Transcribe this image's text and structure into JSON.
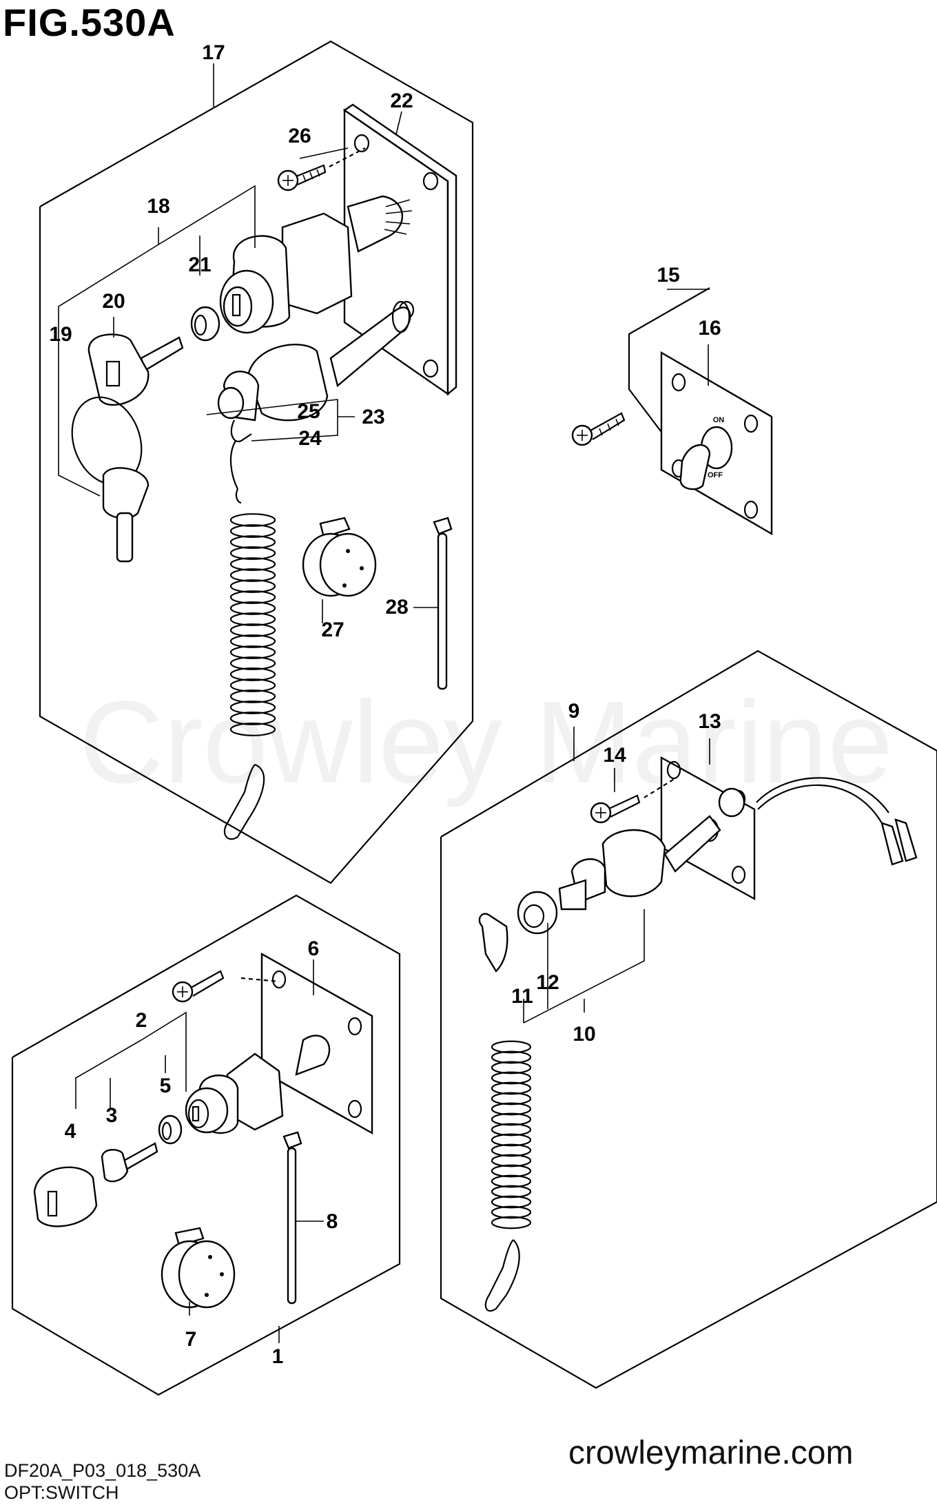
{
  "figure": {
    "title": "FIG.530A"
  },
  "watermark": "Crowley Marine",
  "footer": {
    "website": "crowleymarine.com",
    "drawing_code": "DF20A_P03_018_530A",
    "caption": "OPT:SWITCH"
  },
  "callouts": {
    "c1": "1",
    "c2": "2",
    "c3": "3",
    "c4": "4",
    "c5": "5",
    "c6": "6",
    "c7": "7",
    "c8": "8",
    "c9": "9",
    "c10": "10",
    "c11": "11",
    "c12": "12",
    "c13": "13",
    "c14": "14",
    "c15": "15",
    "c16": "16",
    "c17": "17",
    "c18": "18",
    "c19": "19",
    "c20": "20",
    "c21": "21",
    "c22": "22",
    "c23": "23",
    "c24": "24",
    "c25": "25",
    "c26": "26",
    "c27": "27",
    "c28": "28"
  },
  "switch_labels": {
    "on": "ON",
    "off": "OFF"
  }
}
